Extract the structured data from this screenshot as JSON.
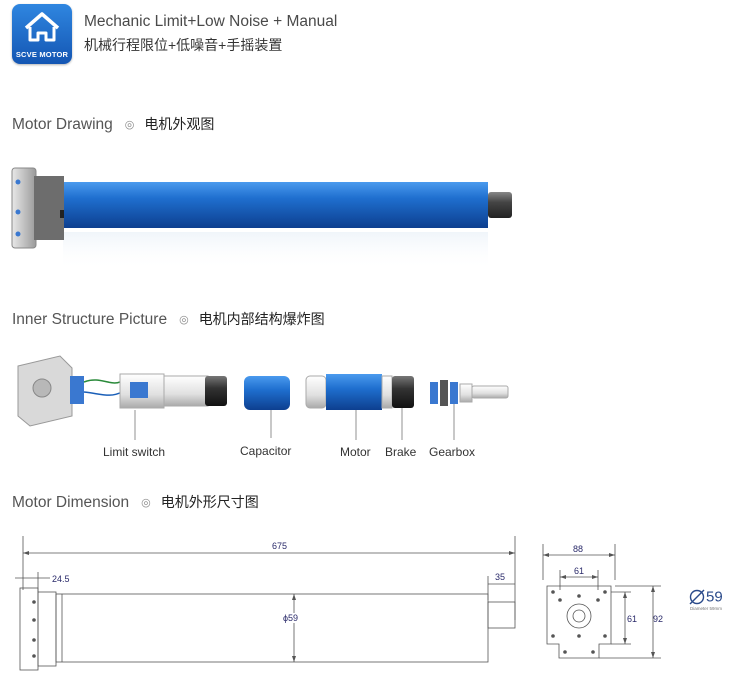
{
  "header": {
    "logo_text": "SCVE MOTOR",
    "title_en": "Mechanic Limit+Low Noise + Manual",
    "title_cn": "机械行程限位+低噪音+手摇装置"
  },
  "sections": {
    "drawing": {
      "title_en": "Motor Drawing",
      "mark": "◎",
      "title_cn": "电机外观图"
    },
    "inner": {
      "title_en": "Inner Structure Picture",
      "mark": "◎",
      "title_cn": "电机内部结构爆炸图"
    },
    "dimension": {
      "title_en": "Motor Dimension",
      "mark": "◎",
      "title_cn": "电机外形尺寸图"
    }
  },
  "parts": {
    "limit_switch": "Limit switch",
    "capacitor": "Capacitor",
    "motor": "Motor",
    "brake": "Brake",
    "gearbox": "Gearbox"
  },
  "dimensions": {
    "total_length": "675",
    "head_offset": "24.5",
    "tail_length": "35",
    "tube_diameter": "ϕ59",
    "head_width": "88",
    "hole_spacing_h": "61",
    "hole_spacing_v": "61",
    "head_height": "92",
    "diameter_badge": "59",
    "diameter_badge_sub": "Diameter 59mm"
  },
  "colors": {
    "tube_blue": "#1f6fcf",
    "dim_line": "#555555"
  }
}
